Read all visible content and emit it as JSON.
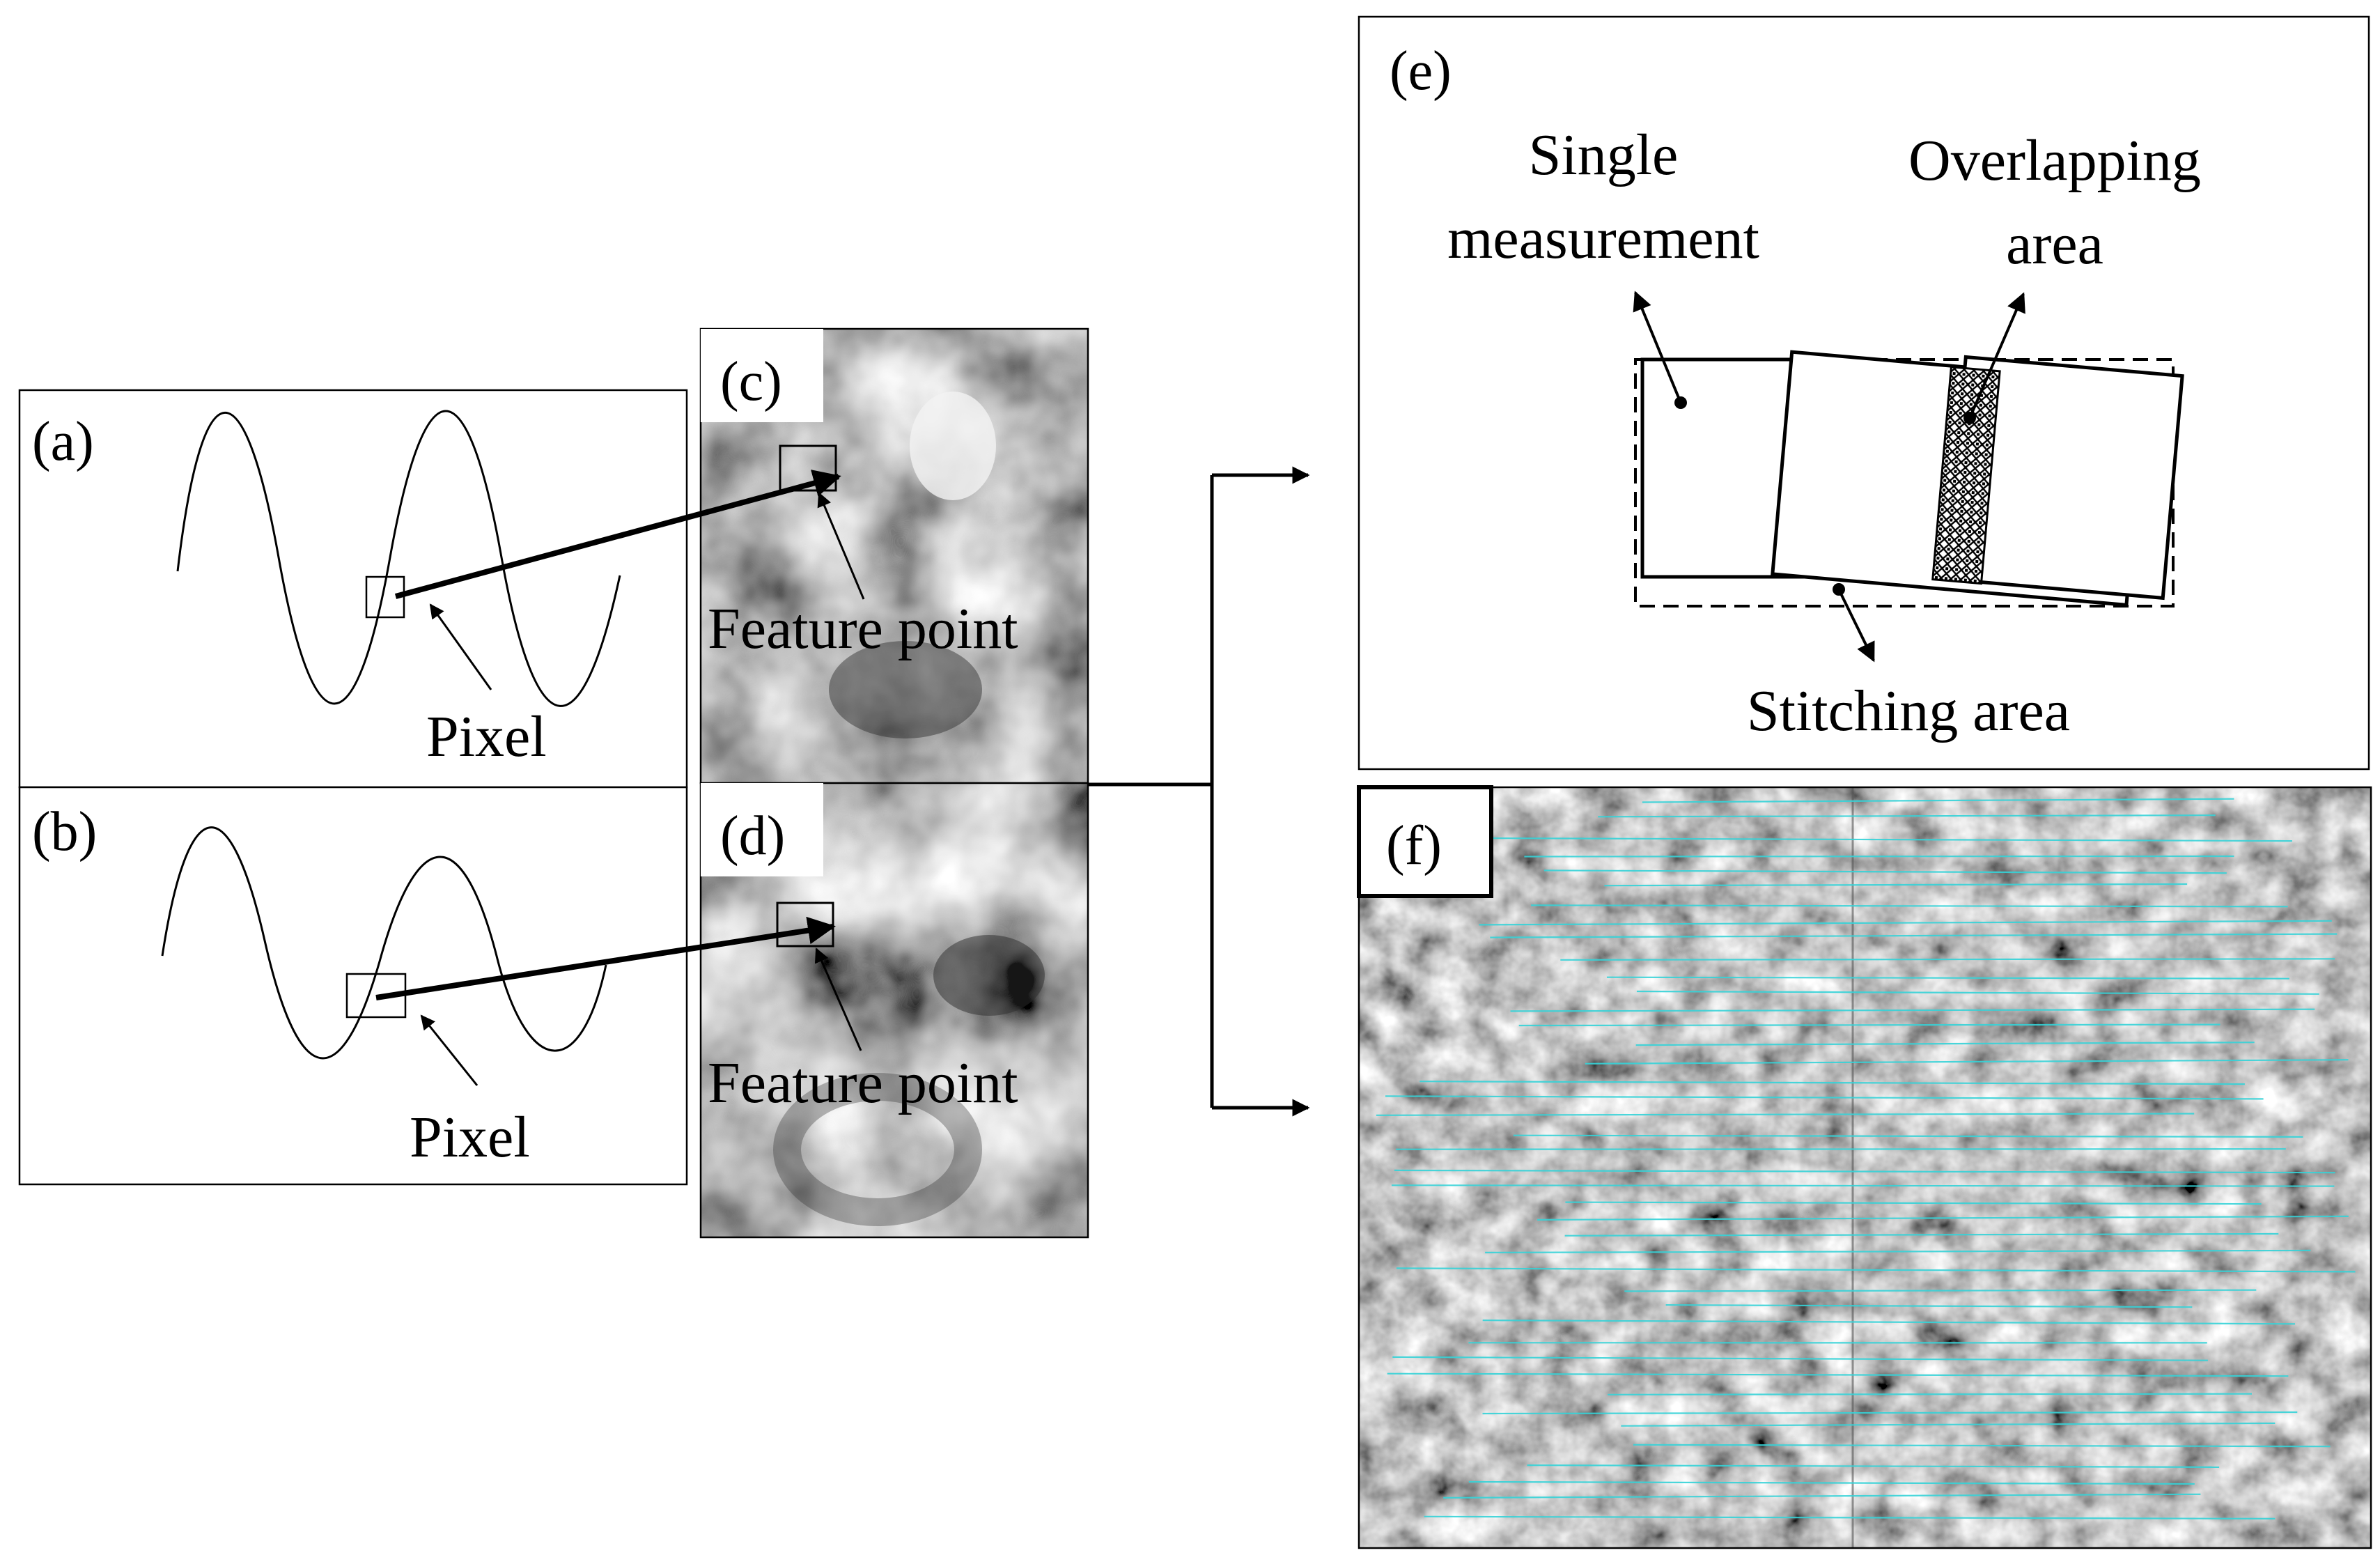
{
  "panels": {
    "a": {
      "label": "(a)",
      "pixel_label": "Pixel"
    },
    "b": {
      "label": "(b)",
      "pixel_label": "Pixel"
    },
    "c": {
      "label": "(c)",
      "feature_label": "Feature point"
    },
    "d": {
      "label": "(d)",
      "feature_label": "Feature point"
    },
    "e": {
      "label": "(e)",
      "single_line1": "Single",
      "single_line2": "measurement",
      "overlap_line1": "Overlapping",
      "overlap_line2": "area",
      "stitching": "Stitching area"
    },
    "f": {
      "label": "(f)"
    }
  },
  "colors": {
    "line": "#000000",
    "texture_dark": "#3a3a3a",
    "texture_mid": "#8c8c8c",
    "texture_light": "#d9d9d9",
    "match_line": "#36d3d8"
  }
}
